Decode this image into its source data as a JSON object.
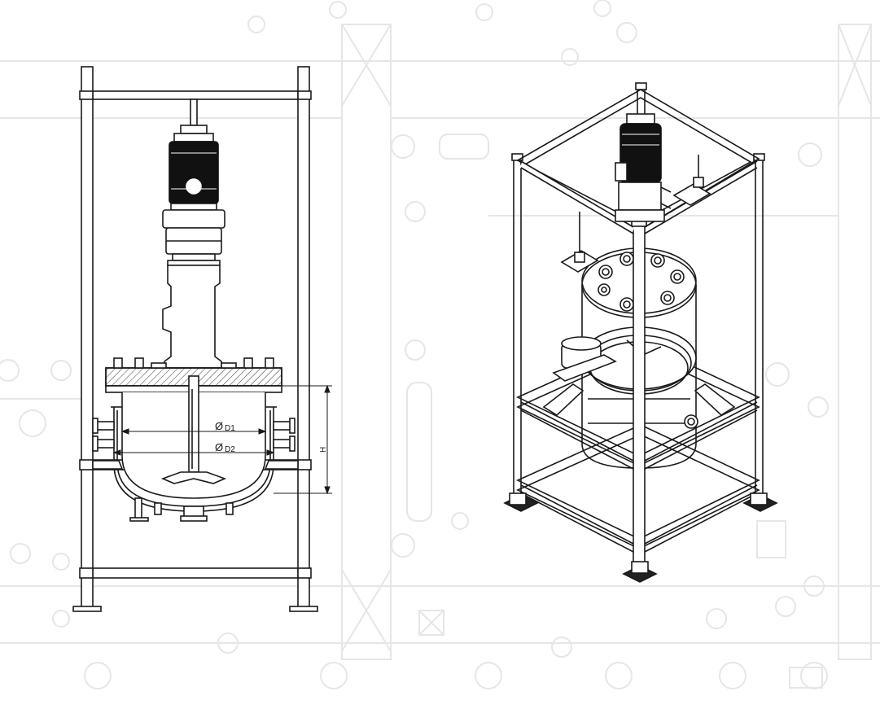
{
  "front_view": {
    "dimension_labels": {
      "d1": "D1",
      "d2": "D2",
      "h": "H"
    },
    "diameter_symbol": "Ø"
  },
  "colors": {
    "line": "#1a1a1a",
    "motor": "#111111",
    "background_schematic": "#e9e9e9",
    "hatch": "#333333"
  }
}
